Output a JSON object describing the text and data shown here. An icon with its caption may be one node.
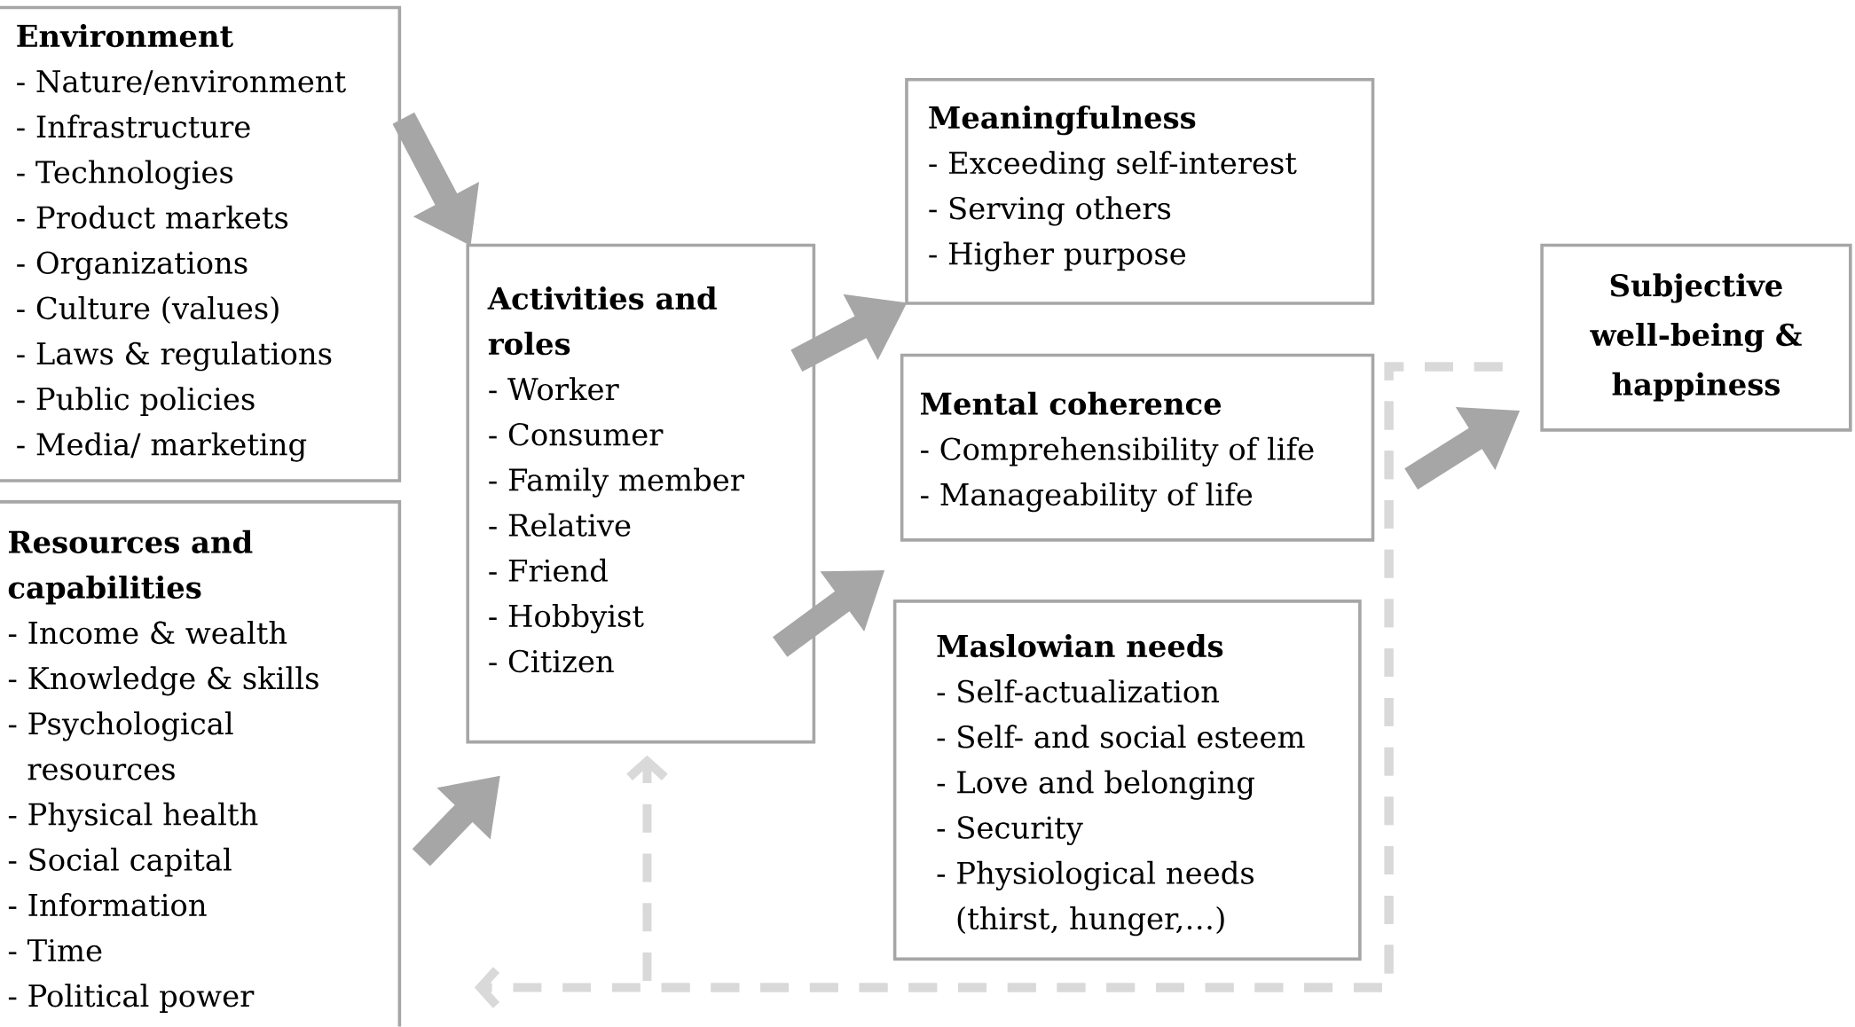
{
  "diagram": {
    "nodes": [
      {
        "text": [
          "Environment",
          "- Nature/environment",
          "- Infrastructure",
          "- Technologies",
          "- Product markets",
          "- Organizations",
          "- Culture (values)",
          "- Laws & regulations",
          "- Public policies",
          "- Media/ marketing"
        ]
      },
      {
        "text": [
          "Resources and capabilities",
          "- Income & wealth",
          "- Knowledge & skills",
          "- Psychological resources",
          "- Physical health",
          "- Social capital",
          "- Information",
          "- Time",
          "- Political power"
        ]
      },
      {
        "text": [
          "Activities and roles",
          "- Worker",
          "- Consumer",
          "- Family member",
          "- Relative",
          "- Friend",
          "- Hobbyist",
          "- Citizen"
        ]
      },
      {
        "text": [
          "Meaningfulness",
          "- Exceeding self-interest",
          "- Serving others",
          "- Higher purpose"
        ]
      },
      {
        "text": [
          "Mental coherence",
          "- Comprehensibility of life",
          "- Manageability of life"
        ]
      },
      {
        "text": [
          "Maslowian needs",
          "- Self-actualization",
          "- Self- and social esteem",
          "- Love and belonging",
          "- Security",
          "- Physiological needs (thirst, hunger,…)"
        ]
      },
      {
        "text": [
          "Subjective well-being & happiness"
        ]
      }
    ],
    "edges": [
      {
        "from": 0,
        "to": 2,
        "arrow": "to"
      },
      {
        "from": 1,
        "to": 2,
        "arrow": "to"
      },
      {
        "from": 2,
        "to": 3,
        "arrow": "to"
      },
      {
        "from": 2,
        "to": 5,
        "arrow": "to"
      },
      {
        "from": 4,
        "to": 6,
        "arrow": "to"
      },
      {
        "from": 6,
        "to": 1,
        "arrow": "to",
        "style": "dashed",
        "color": "#d9d9d9"
      },
      {
        "from": 6,
        "to": 2,
        "arrow": "to",
        "style": "dashed",
        "color": "#d9d9d9"
      }
    ]
  }
}
